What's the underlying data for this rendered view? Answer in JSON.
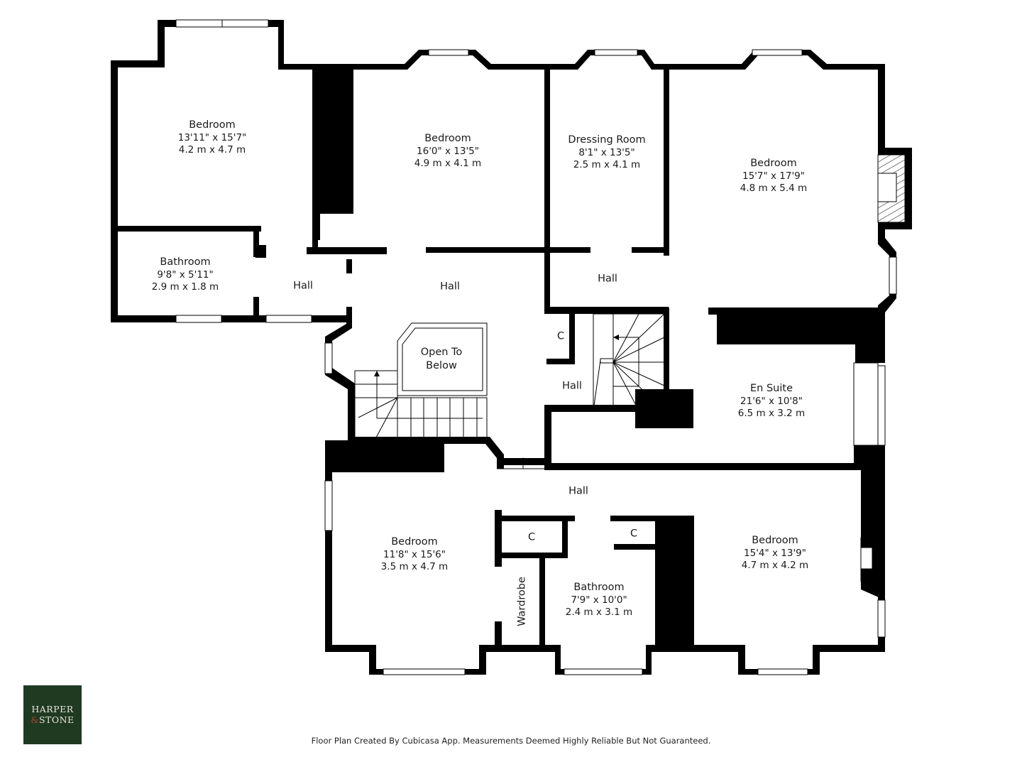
{
  "floorplan": {
    "rooms": [
      {
        "id": "bedroom-1",
        "name": "Bedroom",
        "imperial": "13'11\" x 15'7\"",
        "metric": "4.2 m x 4.7 m"
      },
      {
        "id": "bathroom-1",
        "name": "Bathroom",
        "imperial": "9'8\" x 5'11\"",
        "metric": "2.9 m x 1.8 m"
      },
      {
        "id": "hall-1",
        "name": "Hall"
      },
      {
        "id": "bedroom-2",
        "name": "Bedroom",
        "imperial": "16'0\" x 13'5\"",
        "metric": "4.9 m x 4.1 m"
      },
      {
        "id": "dressing-room",
        "name": "Dressing Room",
        "imperial": "8'1\" x 13'5\"",
        "metric": "2.5 m x 4.1 m"
      },
      {
        "id": "bedroom-3",
        "name": "Bedroom",
        "imperial": "15'7\" x 17'9\"",
        "metric": "4.8 m x 5.4 m"
      },
      {
        "id": "hall-2",
        "name": "Hall"
      },
      {
        "id": "hall-3",
        "name": "Hall"
      },
      {
        "id": "open-to-below",
        "name": "Open To\nBelow",
        "line1": "Open To",
        "line2": "Below"
      },
      {
        "id": "cupboard-1",
        "name": "C"
      },
      {
        "id": "hall-4",
        "name": "Hall"
      },
      {
        "id": "en-suite",
        "name": "En Suite",
        "imperial": "21'6\" x 10'8\"",
        "metric": "6.5 m x 3.2 m"
      },
      {
        "id": "hall-5",
        "name": "Hall"
      },
      {
        "id": "bedroom-4",
        "name": "Bedroom",
        "imperial": "11'8\" x 15'6\"",
        "metric": "3.5 m x 4.7 m"
      },
      {
        "id": "cupboard-2",
        "name": "C"
      },
      {
        "id": "cupboard-3",
        "name": "C"
      },
      {
        "id": "wardrobe",
        "name": "Wardrobe"
      },
      {
        "id": "bathroom-2",
        "name": "Bathroom",
        "imperial": "7'9\" x 10'0\"",
        "metric": "2.4 m x 3.1 m"
      },
      {
        "id": "bedroom-5",
        "name": "Bedroom",
        "imperial": "15'4\" x 13'9\"",
        "metric": "4.7 m x 4.2 m"
      }
    ]
  },
  "branding": {
    "logo_line1": "HARPER",
    "logo_amp": "&",
    "logo_line2": "STONE",
    "logo_bg": "#1f3a21",
    "logo_text_color": "#e9e4d8",
    "logo_amp_color": "#b2402f"
  },
  "footer": {
    "disclaimer": "Floor Plan Created By Cubicasa App. Measurements Deemed Highly Reliable But Not Guaranteed."
  },
  "colors": {
    "wall": "#000000",
    "background": "#ffffff",
    "text": "#1a1a1a"
  }
}
